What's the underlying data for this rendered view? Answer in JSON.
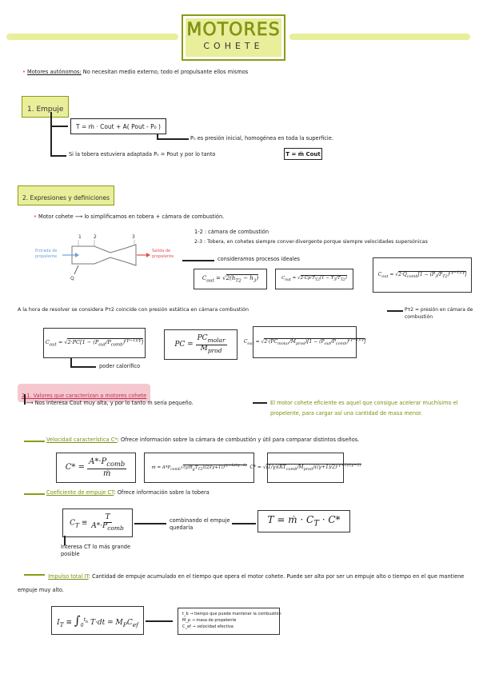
{
  "header": {
    "title": "MOTORES",
    "subtitle": "COHETE"
  },
  "intro": {
    "label": "Motores autónomos:",
    "text": "No necesitan medio externo, todo el propulsante ellos mismos"
  },
  "sec1": {
    "title": "1. Empuje",
    "formula": "T = ṁ · Cout + A( Pout - P₀ )",
    "note1": "P₀ es presión inicial, homogénea en toda la superficie.",
    "note2": "Si la tobera estuviera adaptada P₀ = Pout y por lo tanto",
    "result": "T = ṁ Cout"
  },
  "sec2": {
    "title": "2. Expresiones y definiciones",
    "bullet": "Motor cohete",
    "bullet_text": "lo simplificamos en tobera + cámara de combustión.",
    "item1": "1-2 : cámara de combustión",
    "item2": "2-3 : Tobera, en cohetes siempre conver-divergente porque siempre velocidades supersónicas",
    "ideal": "consideramos procesos ideales",
    "diagram": {
      "n1": "1",
      "n2": "2",
      "n3": "3",
      "in_label": "Entrada de propelente",
      "out_label": "Salida de propelente",
      "q": "Q"
    },
    "f1": "C_out = √(2(h_T2 − h_3))",
    "f2": "C_out = √( 2 · Cp · T_T2 (1 − T3/T_T2) )",
    "f3": "C_out = √( 2 · Q_comb [ 1 − (P3/P_T2)^((γ−1)/γ) ] )",
    "resolve": "A la hora de resolver se considera Pτ2 coincide con presión estática en cámara combustión",
    "resolve2": "Pτ2 = presión en cámara de combustión",
    "poder": "poder calorífico"
  },
  "sec21": {
    "title": "2.1. Valores que caracterizan a motores cohete",
    "text1": "Nos interesa Cout muy alta, y por lo tanto ṁ sería pequeño.",
    "text2": "El motor cohete eficiente es aquel que consigue acelerar muchísimo el propelente, para cargar así una cantidad de masa menor."
  },
  "cstar": {
    "title": "Velocidad característica C*",
    "text": "Ofrece información sobre la cámara de combustión y útil para comparar distintos diseños."
  },
  "ct": {
    "title": "Coeficiente de empuje CT",
    "text": "Ofrece información sobre la tobera",
    "combine": "combinando el empuje quedaría",
    "interest": "Interesa CT lo más grande posible"
  },
  "it": {
    "title": "Impulso total IT",
    "text": "Cantidad de empuje acumulado en el tiempo que opera el motor cohete. Puede ser alto por ser un empuje alto o tiempo en el que mantiene empuje muy alto.",
    "legend1": "t_b → tiempo que puede mantener la combustión",
    "legend2": "M_p → masa de propelente",
    "legend3": "C_ef → velocidad efectiva"
  },
  "colors": {
    "accent": "#c8d430",
    "accent_light": "#e9ee9a",
    "pink": "#f5b8c4",
    "green_text": "#7d8f10",
    "arrow_red": "#e05050",
    "arrow_blue": "#6aa0d8"
  }
}
